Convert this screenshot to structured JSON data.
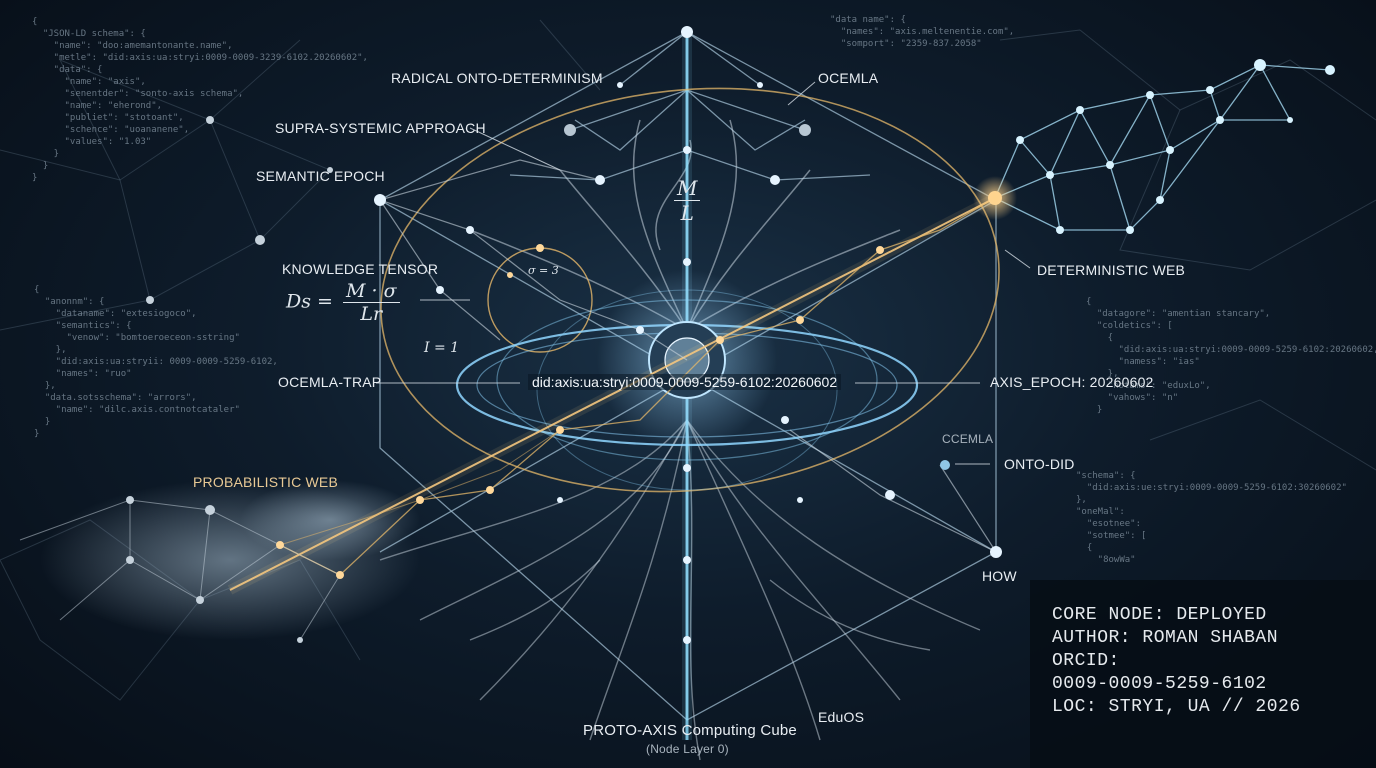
{
  "labels": {
    "radical": "RADICAL ONTO-DETERMINISM",
    "ocemla": "OCEMLA",
    "supra": "SUPRA-SYSTEMIC APPROACH",
    "semantic_epoch": "SEMANTIC EPOCH",
    "knowledge_tensor": "KNOWLEDGE TENSOR",
    "deterministic_web": "DETERMINISTIC WEB",
    "ocemla_trap": "OCEMLA-TRAP",
    "did": "did:axis:ua:stryi:0009-0009-5259-6102:20260602",
    "axis_epoch": "AXIS_EPOCH: 20260602",
    "ccemla": "CCEMLA",
    "onto_did": "ONTO-DID",
    "probabilistic_web": "PROBABILISTIC WEB",
    "how": "HOW",
    "eduos": "EduOS",
    "proto_axis": "PROTO-AXIS Computing Cube",
    "node_layer": "(Node Layer 0)"
  },
  "formula": {
    "lhs": "Ds =",
    "numerator": "M · σ",
    "denominator": "Lr",
    "sigma": "σ = 3",
    "center_num": "M",
    "center_den": "L",
    "one": "I = 1"
  },
  "code": {
    "top_left": "{\n  \"JSON-LD schema\": {\n    \"name\": \"doo:amemantonante.name\",\n    \"metle\": \"did:axis:ua:stryi:0009-0009-3239-6102.20260602\",\n    \"data\": {\n      \"name\": \"axis\",\n      \"senentder\": \"sonto-axis schema\",\n      \"name\": \"eherond\",\n      \"publiet\": \"stotoant\",\n      \"schence\": \"uoananene\",\n      \"values\": \"1.03\"\n    }\n  }\n}",
    "top_mid": "\"data name\": {\n  \"names\": \"axis.meltenentie.com\",\n  \"somport\": \"2359-837.2058\"",
    "mid_left": "{\n  \"anonnm\": {\n    \"dataname\": \"extesiogoco\",\n    \"semantics\": {\n      \"venow\": \"bomtoeroeceon-sstring\"\n    },\n    \"did:axis:ua:stryii: 0009-0009-5259-6102,\n    \"names\": \"ruo\"\n  },\n  \"data.sotsschema\": \"arrors\",\n    \"name\": \"dilc.axis.contnotcataler\"\n  }\n}",
    "mid_right": "{\n  \"datagore\": \"amentian stancary\",\n  \"coldetics\": [\n    {\n      \"did:axis:ua:stryi:0009-0009-5259-6102:20260602,\n      \"namess\": \"ias\"\n    },\n    \"notams\": \"eduxLo\",\n    \"vahows\": \"n\"\n  }",
    "low_right": "\"schema\": {\n  \"did:axis:ue:stryi:0009-0009-5259-6102:30260602\"\n},\n\"oneMal\":\n  \"esotnee\":\n  \"sotmee\": [\n  {\n    \"8owWa\""
  },
  "info": {
    "line1": "CORE NODE: DEPLOYED",
    "line2": "AUTHOR: ROMAN SHABAN",
    "line3": "ORCID:",
    "line4": "0009-0009-5259-6102",
    "line5": "LOC: STRYI, UA // 2026"
  }
}
